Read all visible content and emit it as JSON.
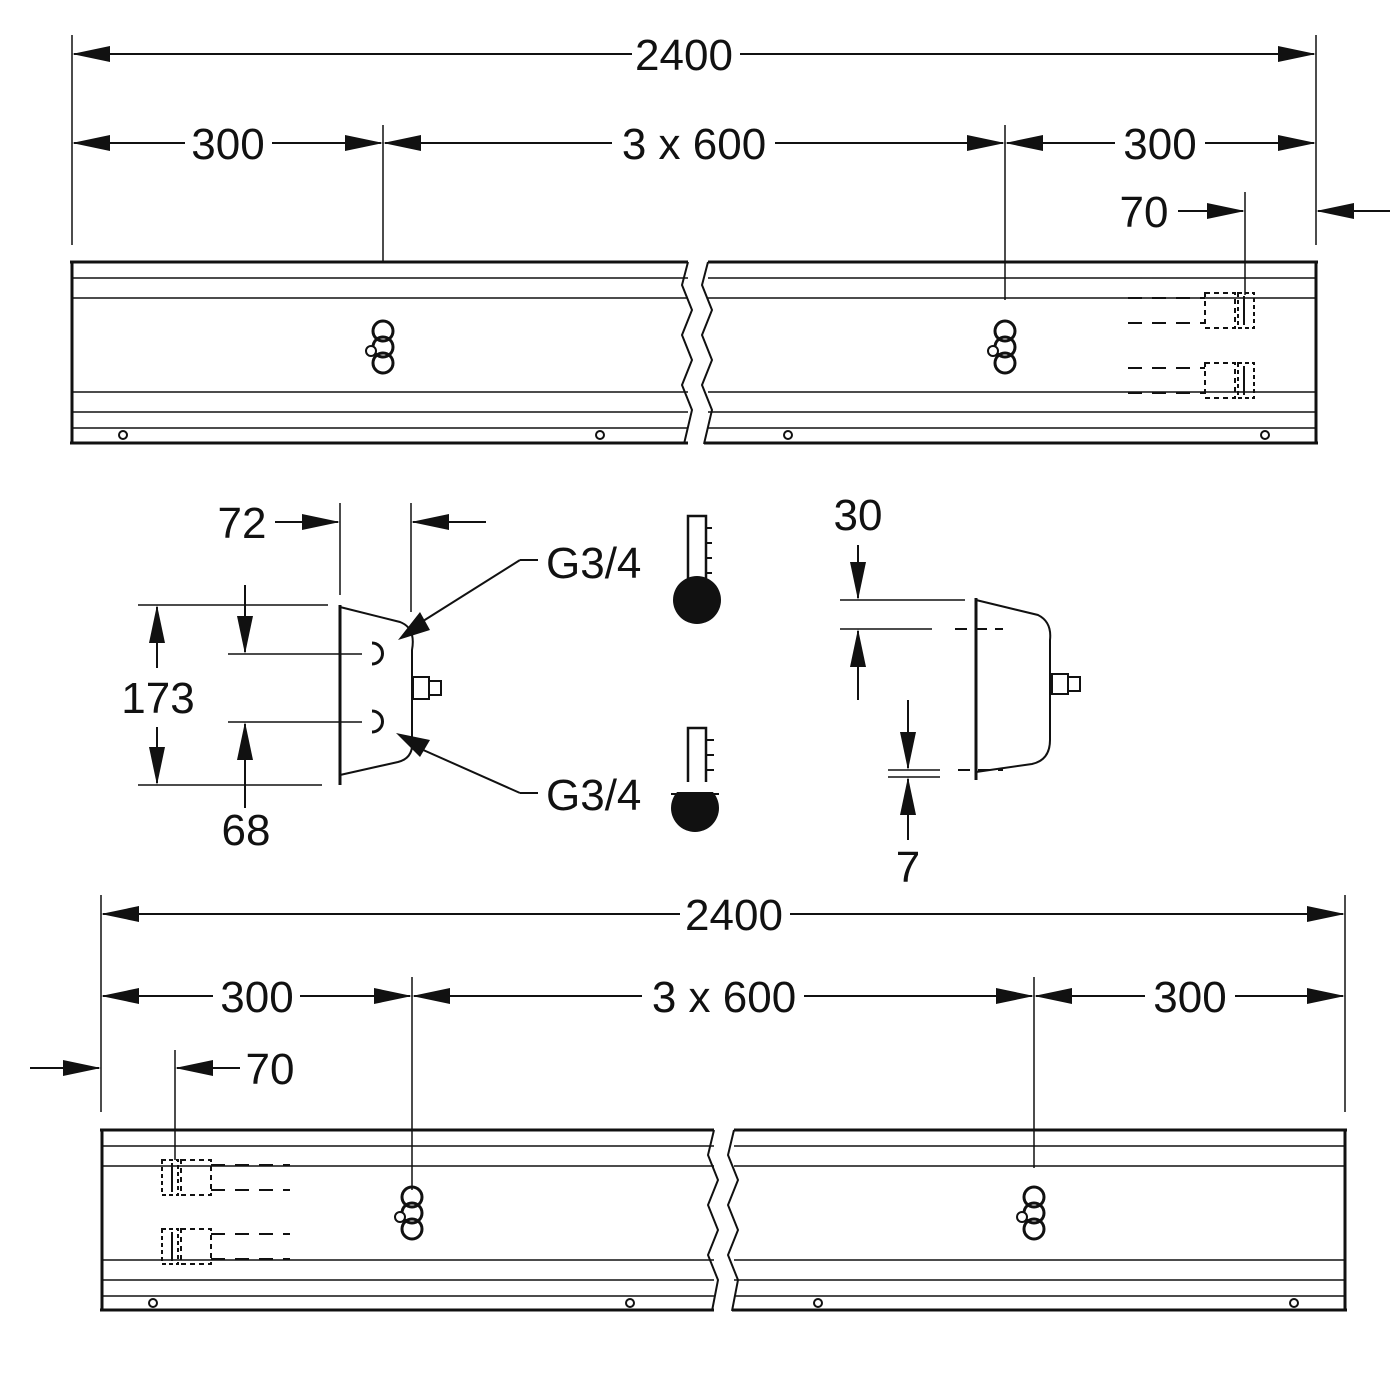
{
  "drawing": {
    "top_rail": {
      "overall": "2400",
      "left": "300",
      "middle": "3 x 600",
      "right": "300",
      "offset": "70"
    },
    "section": {
      "depth": "72",
      "height": "173",
      "spacing": "68",
      "connection_upper": "G3/4",
      "connection_lower": "G3/4"
    },
    "side_view": {
      "top": "30",
      "bottom": "7"
    },
    "bottom_rail": {
      "overall": "2400",
      "left": "300",
      "middle": "3 x 600",
      "right": "300",
      "offset": "70"
    },
    "icons": [
      "thermometer-hot-icon",
      "thermometer-cold-icon"
    ]
  }
}
